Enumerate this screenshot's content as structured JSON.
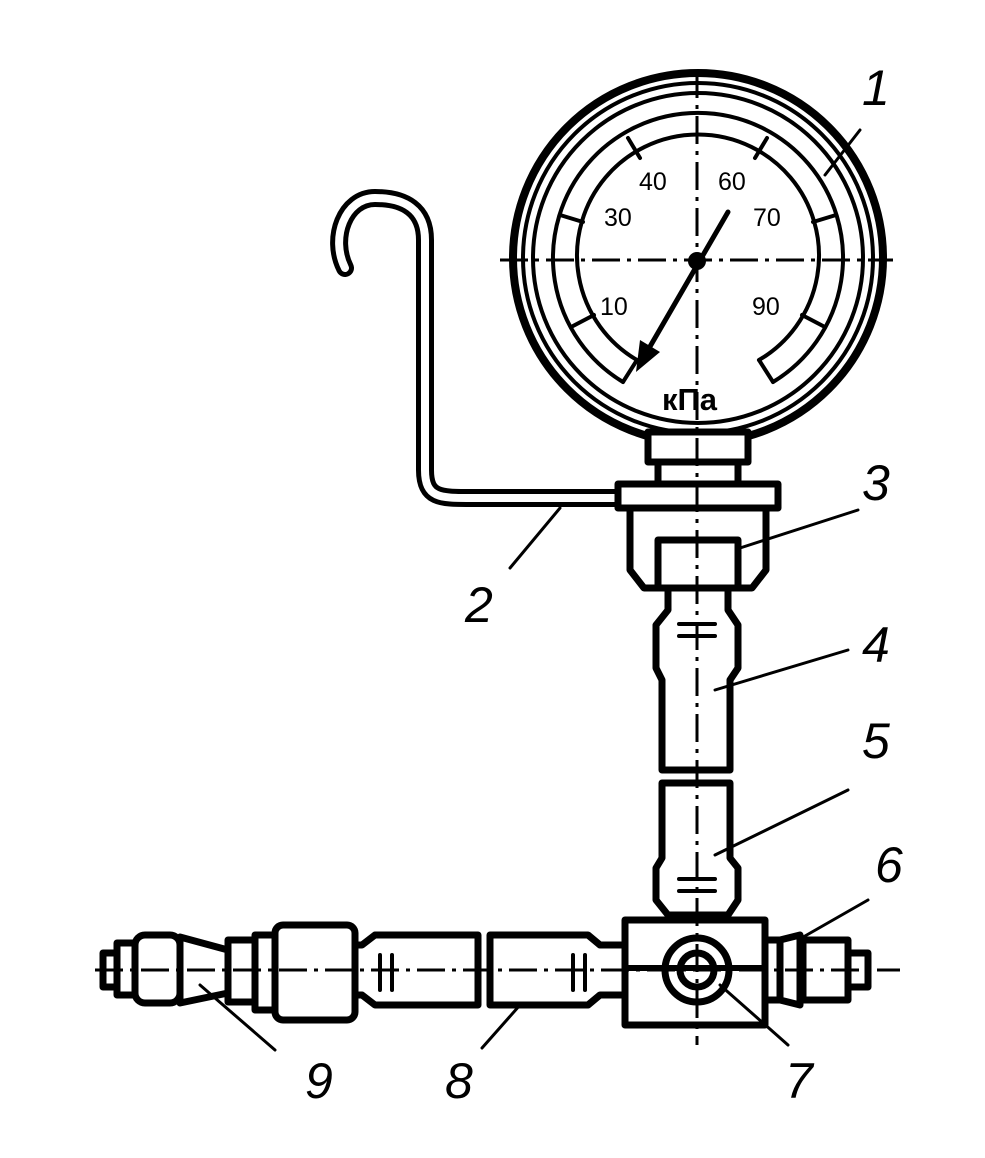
{
  "gauge": {
    "scale_labels": [
      "10",
      "30",
      "40",
      "60",
      "70",
      "90"
    ],
    "unit": "кПа"
  },
  "callouts": [
    "1",
    "2",
    "3",
    "4",
    "5",
    "6",
    "7",
    "8",
    "9"
  ]
}
